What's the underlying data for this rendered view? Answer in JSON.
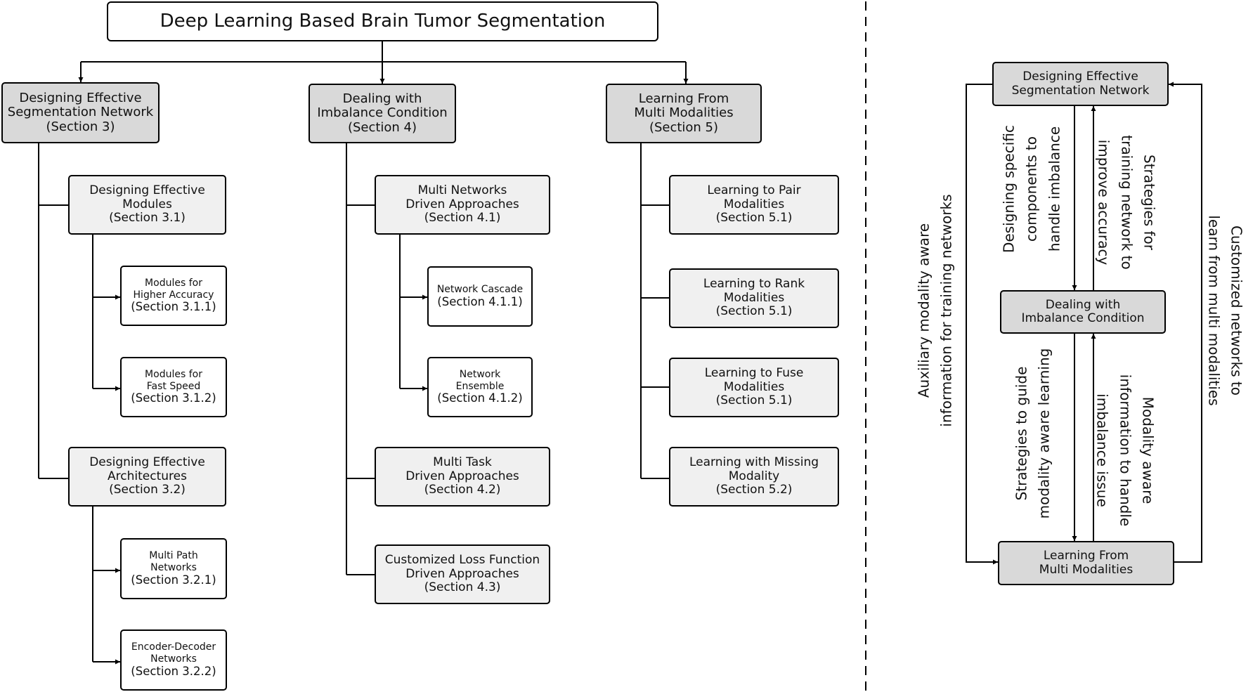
{
  "root": {
    "title": "Deep Learning Based Brain Tumor Segmentation"
  },
  "categories": [
    {
      "label": [
        "Designing Effective",
        "Segmentation Network"
      ],
      "section": "(Section 3)",
      "children": [
        {
          "label": [
            "Designing Effective",
            "Modules"
          ],
          "section": "(Section 3.1)",
          "children": [
            {
              "label": [
                "Modules for",
                "Higher Accuracy"
              ],
              "section": "(Section 3.1.1)"
            },
            {
              "label": [
                "Modules for",
                "Fast Speed"
              ],
              "section": "(Section 3.1.2)"
            }
          ]
        },
        {
          "label": [
            "Designing Effective",
            "Architectures"
          ],
          "section": "(Section 3.2)",
          "children": [
            {
              "label": [
                "Multi Path",
                "Networks"
              ],
              "section": "(Section 3.2.1)"
            },
            {
              "label": [
                "Encoder-Decoder",
                "Networks"
              ],
              "section": "(Section 3.2.2)"
            }
          ]
        }
      ]
    },
    {
      "label": [
        "Dealing with",
        "Imbalance Condition"
      ],
      "section": "(Section 4)",
      "children": [
        {
          "label": [
            "Multi Networks",
            "Driven Approaches"
          ],
          "section": "(Section 4.1)",
          "children": [
            {
              "label": [
                "Network Cascade"
              ],
              "section": "(Section 4.1.1)"
            },
            {
              "label": [
                "Network",
                "Ensemble"
              ],
              "section": "(Section 4.1.2)"
            }
          ]
        },
        {
          "label": [
            "Multi Task",
            "Driven  Approaches"
          ],
          "section": "(Section 4.2)"
        },
        {
          "label": [
            "Customized Loss Function",
            "Driven Approaches"
          ],
          "section": "(Section 4.3)"
        }
      ]
    },
    {
      "label": [
        "Learning From",
        "Multi Modalities"
      ],
      "section": "(Section 5)",
      "children": [
        {
          "label": [
            "Learning to Pair",
            "Modalities"
          ],
          "section": "(Section 5.1)"
        },
        {
          "label": [
            "Learning to Rank",
            "Modalities"
          ],
          "section": "(Section 5.1)"
        },
        {
          "label": [
            "Learning to Fuse",
            "Modalities"
          ],
          "section": "(Section 5.1)"
        },
        {
          "label": [
            "Learning with Missing",
            "Modality"
          ],
          "section": "(Section 5.2)"
        }
      ]
    }
  ],
  "relations": {
    "nodes": {
      "network": [
        "Designing Effective",
        "Segmentation Network"
      ],
      "imbalance": [
        "Dealing with",
        "Imbalance Condition"
      ],
      "modalities": [
        "Learning From",
        "Multi Modalities"
      ]
    },
    "edge_labels": {
      "network_to_imbalance": [
        "Designing specific",
        "components to",
        "handle imbalance"
      ],
      "imbalance_to_network": [
        "Strategies for",
        "training network to",
        "improve accuracy"
      ],
      "imbalance_to_modalities": [
        "Strategies to guide",
        "modality aware learning"
      ],
      "modalities_to_imbalance": [
        "Modality aware",
        "information to handle",
        "imbalance issue"
      ],
      "network_to_modalities": [
        "Auxiliary modality aware",
        "information for training networks"
      ],
      "modalities_to_network": [
        "Customized networks to",
        "learn from multi modalities"
      ]
    }
  }
}
